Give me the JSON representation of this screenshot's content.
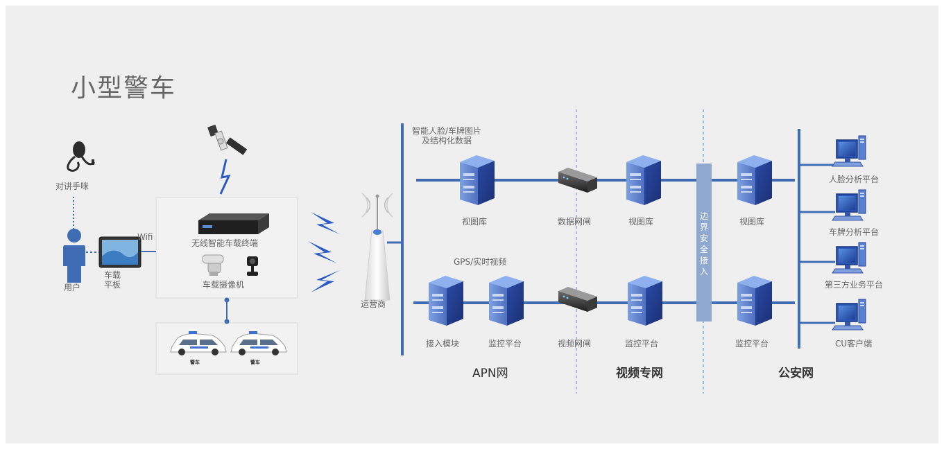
{
  "title": "小型警车",
  "colors": {
    "line": "#3f6db4",
    "server_dark": "#25409a",
    "server_light": "#6d8fd8",
    "boundary": "#8ea8cf",
    "background": "#efefef"
  },
  "left": {
    "handset": "对讲手咪",
    "user": "用户",
    "tablet": [
      "车载",
      "平板"
    ],
    "wifi": "Wifi",
    "terminal": "无线智能车载终端",
    "camera": "车载摄像机",
    "car_plate": "警车"
  },
  "operator": "运营商",
  "apn": {
    "top_note": [
      "智能人脸/车牌图片",
      "及结构化数据"
    ],
    "video_note": "GPS/实时视频",
    "top_row": {
      "server": "视图库",
      "gate": "数据网闸"
    },
    "bottom_row": {
      "access": "接入模块",
      "monitor": "监控平台",
      "gate": "视频网闸"
    }
  },
  "video_net": {
    "top": "视图库",
    "bottom": "监控平台"
  },
  "boundary": "边界安全接入",
  "security_net": {
    "top": "视图库",
    "bottom": "监控平台"
  },
  "clients": [
    "人脸分析平台",
    "车牌分析平台",
    "第三方业务平台",
    "CU客户端"
  ],
  "zones": [
    "APN网",
    "视频专网",
    "公安网"
  ],
  "icons": [
    "satellite-icon",
    "lightning-icon",
    "tower-icon",
    "server-icon",
    "gatekeeper-icon",
    "computer-icon",
    "person-icon",
    "microphone-icon",
    "tablet-icon",
    "camera-icon",
    "police-car-icon"
  ]
}
